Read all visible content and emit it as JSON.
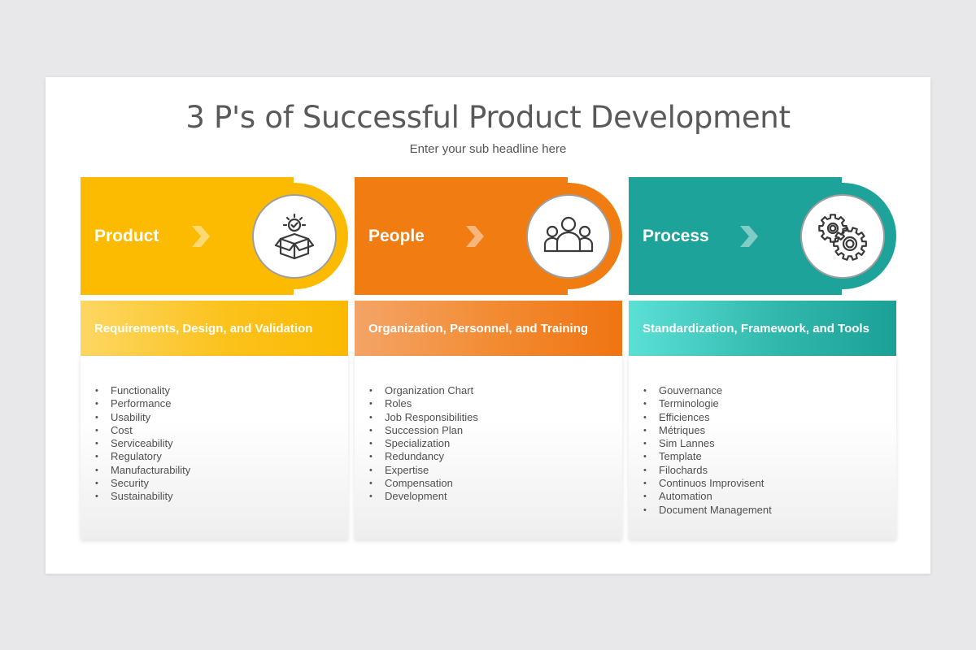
{
  "title": "3 P's of Successful Product Development",
  "subtitle": "Enter your sub headline here",
  "columns": [
    {
      "label": "Product",
      "icon": "box-check-icon",
      "color": "#fcbb00",
      "subheading": "Requirements, Design, and Validation",
      "items": [
        "Functionality",
        "Performance",
        "Usability",
        "Cost",
        "Serviceability",
        "Regulatory",
        "Manufacturability",
        "Security",
        "Sustainability"
      ]
    },
    {
      "label": "People",
      "icon": "people-group-icon",
      "color": "#f07c12",
      "subheading": "Organization, Personnel, and Training",
      "items": [
        "Organization Chart",
        "Roles",
        "Job Responsibilities",
        "Succession Plan",
        "Specialization",
        "Redundancy",
        "Expertise",
        "Compensation",
        "Development"
      ]
    },
    {
      "label": "Process",
      "icon": "gears-icon",
      "color": "#1da399",
      "subheading": "Standardization, Framework, and Tools",
      "items": [
        "Gouvernance",
        "Terminologie",
        "Efficiences",
        "Métriques",
        "Sim Lannes",
        "Template",
        "Filochards",
        "Continuos Improvisent",
        "Automation",
        "Document Management"
      ]
    }
  ]
}
